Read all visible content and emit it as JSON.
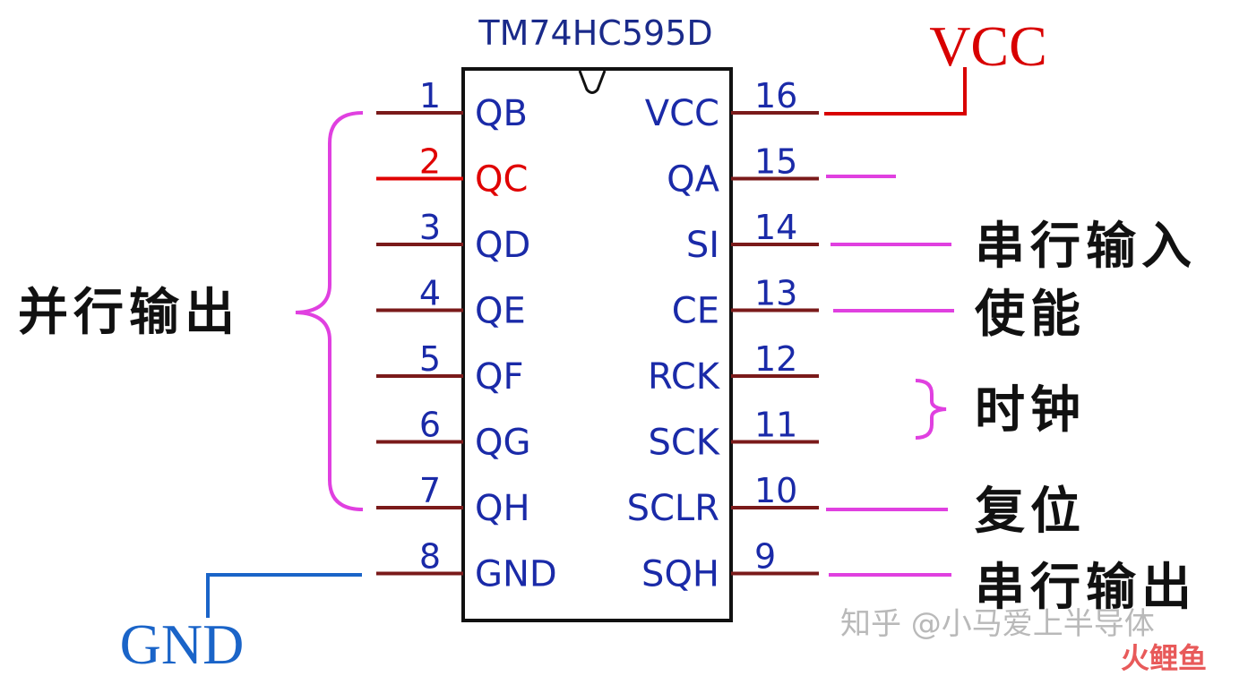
{
  "chip": {
    "title": "TM74HC595D"
  },
  "pins_left": [
    {
      "num": "1",
      "name": "QB"
    },
    {
      "num": "2",
      "name": "QC",
      "highlight": true
    },
    {
      "num": "3",
      "name": "QD"
    },
    {
      "num": "4",
      "name": "QE"
    },
    {
      "num": "5",
      "name": "QF"
    },
    {
      "num": "6",
      "name": "QG"
    },
    {
      "num": "7",
      "name": "QH"
    },
    {
      "num": "8",
      "name": "GND"
    }
  ],
  "pins_right": [
    {
      "num": "16",
      "name": "VCC"
    },
    {
      "num": "15",
      "name": "QA"
    },
    {
      "num": "14",
      "name": "SI"
    },
    {
      "num": "13",
      "name": "CE"
    },
    {
      "num": "12",
      "name": "RCK"
    },
    {
      "num": "11",
      "name": "SCK"
    },
    {
      "num": "10",
      "name": "SCLR"
    },
    {
      "num": "9",
      "name": "SQH"
    }
  ],
  "nets": {
    "vcc": "VCC",
    "gnd": "GND"
  },
  "labels": {
    "parallel_out": "并行输出",
    "serial_in": "串行输入",
    "enable": "使能",
    "clock": "时钟",
    "reset": "复位",
    "serial_out": "串行输出"
  },
  "watermark": {
    "text": "知乎 @小马爱上半导体",
    "logo": "火鲤鱼"
  },
  "colors": {
    "pin_line": "#7a1a1a",
    "outline": "#111111",
    "pin_text": "#1a2aa8",
    "highlight": "#e00000",
    "vcc": "#d80000",
    "gnd": "#1a64c8",
    "bracket": "#e040e0"
  }
}
